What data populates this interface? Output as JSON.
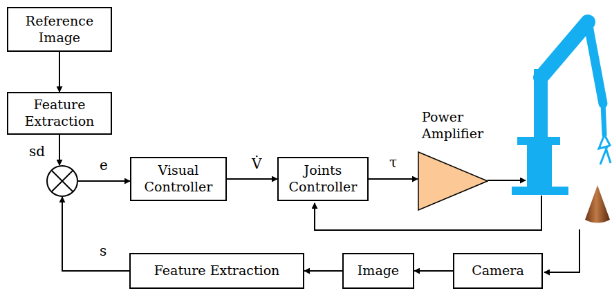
{
  "diagram": {
    "nodes": [
      {
        "text": [
          "Reference Image"
        ]
      },
      {
        "text": [
          "Feature Extraction"
        ]
      },
      {},
      {
        "text": [
          "Visual Controller"
        ]
      },
      {
        "text": [
          "Joints Controller"
        ]
      },
      {
        "text": [
          "Power Amplifier"
        ]
      },
      {
        "text": [
          "Feature Extraction"
        ]
      },
      {
        "text": [
          "Image"
        ]
      },
      {
        "text": [
          "Camera"
        ]
      }
    ],
    "edges": [
      {
        "from": 0,
        "to": 1,
        "arrow": "to"
      },
      {
        "from": 1,
        "to": 2,
        "label": "sd",
        "arrow": "to"
      },
      {
        "from": 2,
        "to": 3,
        "label": "e",
        "arrow": "to"
      },
      {
        "from": 3,
        "to": 4,
        "label": "V̇",
        "arrow": "to"
      },
      {
        "from": 4,
        "to": 5,
        "label": "τ",
        "arrow": "to"
      },
      {
        "from": 8,
        "to": 7,
        "arrow": "to"
      },
      {
        "from": 7,
        "to": 6,
        "arrow": "to"
      },
      {
        "from": 6,
        "to": 2,
        "label": "s",
        "arrow": "to"
      }
    ]
  }
}
